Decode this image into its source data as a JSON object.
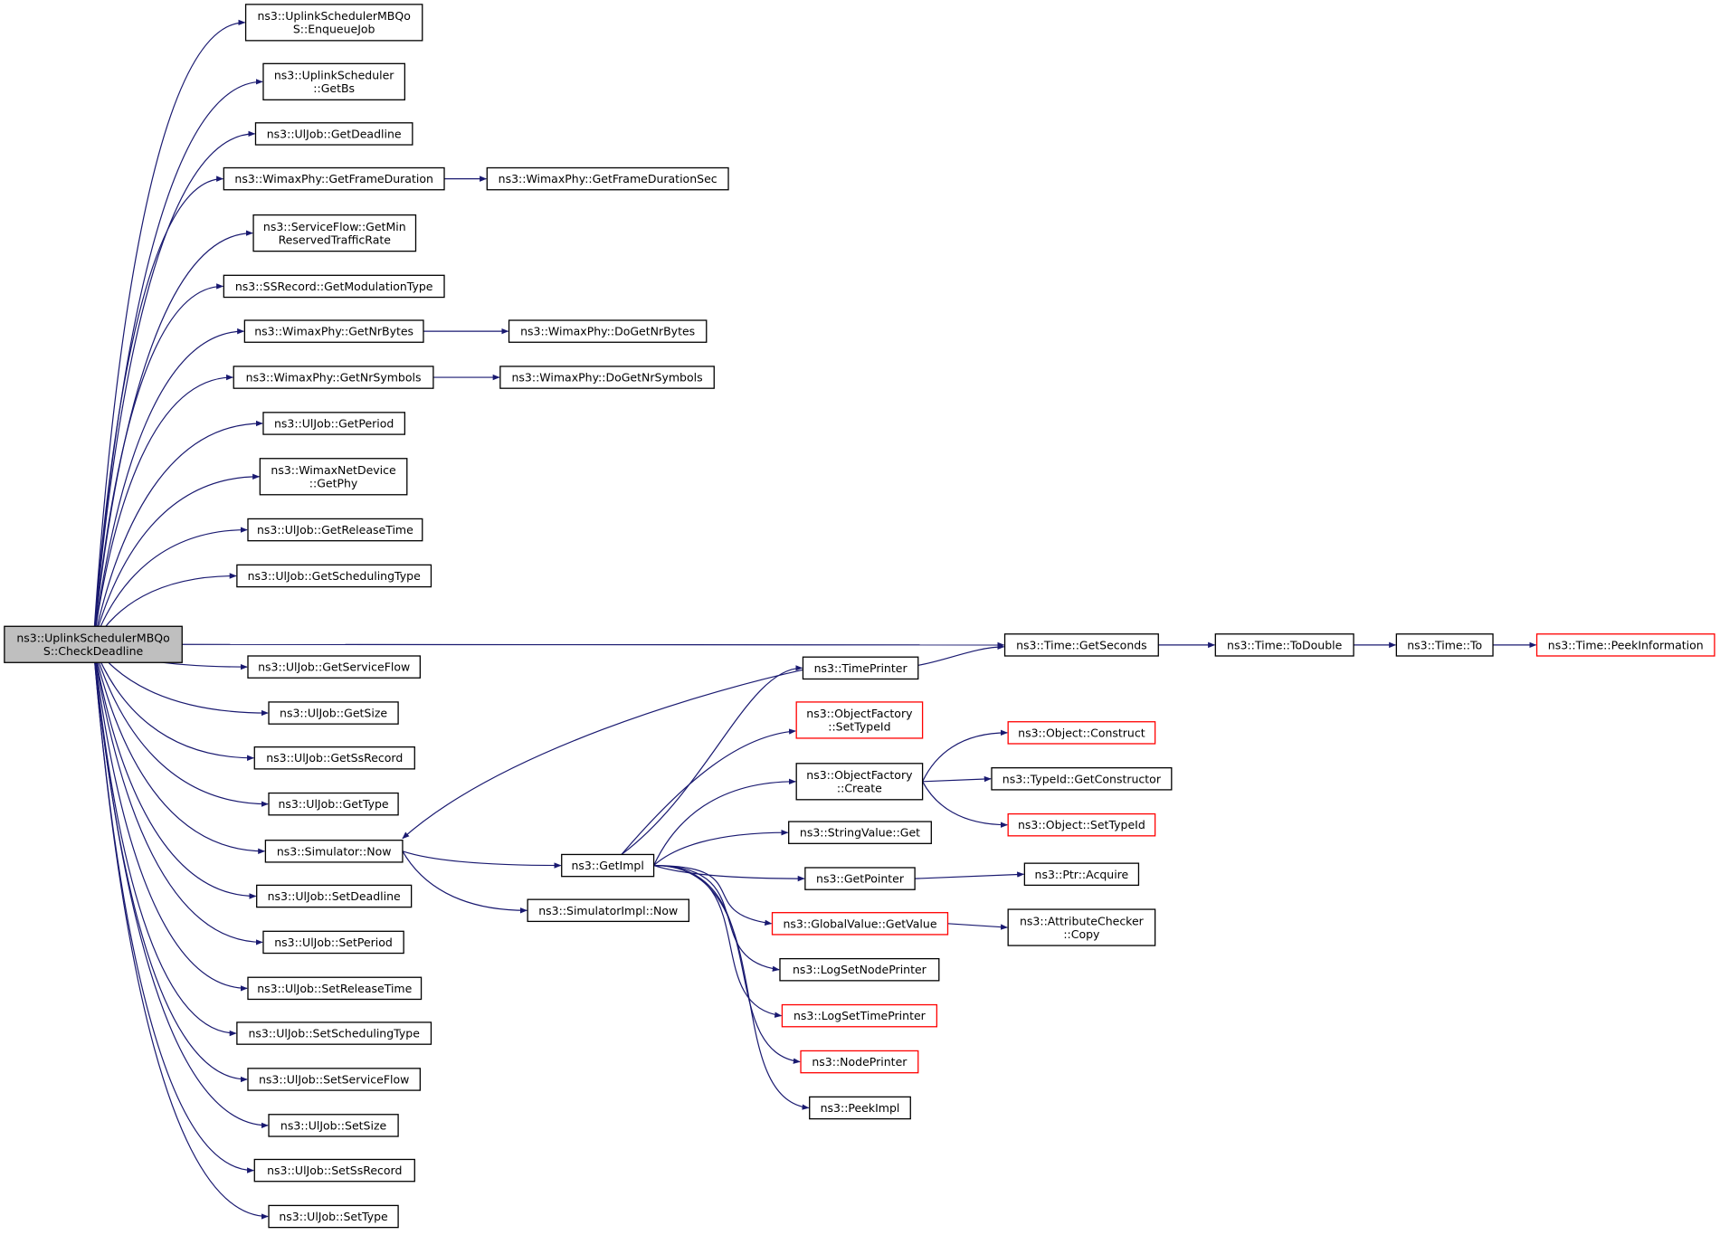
{
  "colors": {
    "edge": "#191970",
    "box_border": "#000000",
    "incomplete_border": "#ff0000",
    "root_fill": "#bfbfbf",
    "node_fill": "#ffffff"
  },
  "nodes": [
    {
      "id": "root",
      "lines": [
        "ns3::UplinkSchedulerMBQo",
        "S::CheckDeadline"
      ],
      "style": "root"
    },
    {
      "id": "enqueue",
      "lines": [
        "ns3::UplinkSchedulerMBQo",
        "S::EnqueueJob"
      ],
      "style": "normal"
    },
    {
      "id": "getbs",
      "lines": [
        "ns3::UplinkScheduler",
        "::GetBs"
      ],
      "style": "normal"
    },
    {
      "id": "getdeadline",
      "lines": [
        "ns3::UlJob::GetDeadline"
      ],
      "style": "normal"
    },
    {
      "id": "getframeduration",
      "lines": [
        "ns3::WimaxPhy::GetFrameDuration"
      ],
      "style": "normal"
    },
    {
      "id": "getframedurationsec",
      "lines": [
        "ns3::WimaxPhy::GetFrameDurationSec"
      ],
      "style": "normal"
    },
    {
      "id": "getminreserved",
      "lines": [
        "ns3::ServiceFlow::GetMin",
        "ReservedTrafficRate"
      ],
      "style": "normal"
    },
    {
      "id": "getmodulationtype",
      "lines": [
        "ns3::SSRecord::GetModulationType"
      ],
      "style": "normal"
    },
    {
      "id": "getnrbytes",
      "lines": [
        "ns3::WimaxPhy::GetNrBytes"
      ],
      "style": "normal"
    },
    {
      "id": "dogetnrbytes",
      "lines": [
        "ns3::WimaxPhy::DoGetNrBytes"
      ],
      "style": "normal"
    },
    {
      "id": "getnrsymbols",
      "lines": [
        "ns3::WimaxPhy::GetNrSymbols"
      ],
      "style": "normal"
    },
    {
      "id": "dogetnrsymbols",
      "lines": [
        "ns3::WimaxPhy::DoGetNrSymbols"
      ],
      "style": "normal"
    },
    {
      "id": "getperiod",
      "lines": [
        "ns3::UlJob::GetPeriod"
      ],
      "style": "normal"
    },
    {
      "id": "getphy",
      "lines": [
        "ns3::WimaxNetDevice",
        "::GetPhy"
      ],
      "style": "normal"
    },
    {
      "id": "getreleasetime",
      "lines": [
        "ns3::UlJob::GetReleaseTime"
      ],
      "style": "normal"
    },
    {
      "id": "getschedulingtype",
      "lines": [
        "ns3::UlJob::GetSchedulingType"
      ],
      "style": "normal"
    },
    {
      "id": "getseconds",
      "lines": [
        "ns3::Time::GetSeconds"
      ],
      "style": "normal"
    },
    {
      "id": "todouble",
      "lines": [
        "ns3::Time::ToDouble"
      ],
      "style": "normal"
    },
    {
      "id": "to",
      "lines": [
        "ns3::Time::To"
      ],
      "style": "normal"
    },
    {
      "id": "peekinformation",
      "lines": [
        "ns3::Time::PeekInformation"
      ],
      "style": "incomplete"
    },
    {
      "id": "getserviceflow",
      "lines": [
        "ns3::UlJob::GetServiceFlow"
      ],
      "style": "normal"
    },
    {
      "id": "timeprinter",
      "lines": [
        "ns3::TimePrinter"
      ],
      "style": "normal"
    },
    {
      "id": "getsize",
      "lines": [
        "ns3::UlJob::GetSize"
      ],
      "style": "normal"
    },
    {
      "id": "of_settypeid",
      "lines": [
        "ns3::ObjectFactory",
        "::SetTypeId"
      ],
      "style": "incomplete"
    },
    {
      "id": "getssrecord",
      "lines": [
        "ns3::UlJob::GetSsRecord"
      ],
      "style": "normal"
    },
    {
      "id": "obj_construct",
      "lines": [
        "ns3::Object::Construct"
      ],
      "style": "incomplete"
    },
    {
      "id": "of_create",
      "lines": [
        "ns3::ObjectFactory",
        "::Create"
      ],
      "style": "normal"
    },
    {
      "id": "getconstructor",
      "lines": [
        "ns3::TypeId::GetConstructor"
      ],
      "style": "normal"
    },
    {
      "id": "gettype",
      "lines": [
        "ns3::UlJob::GetType"
      ],
      "style": "normal"
    },
    {
      "id": "obj_settypeid",
      "lines": [
        "ns3::Object::SetTypeId"
      ],
      "style": "incomplete"
    },
    {
      "id": "sim_now",
      "lines": [
        "ns3::Simulator::Now"
      ],
      "style": "normal"
    },
    {
      "id": "stringvalue_get",
      "lines": [
        "ns3::StringValue::Get"
      ],
      "style": "normal"
    },
    {
      "id": "getimpl",
      "lines": [
        "ns3::GetImpl"
      ],
      "style": "normal"
    },
    {
      "id": "getpointer",
      "lines": [
        "ns3::GetPointer"
      ],
      "style": "normal"
    },
    {
      "id": "ptr_acquire",
      "lines": [
        "ns3::Ptr::Acquire"
      ],
      "style": "normal"
    },
    {
      "id": "setdeadline",
      "lines": [
        "ns3::UlJob::SetDeadline"
      ],
      "style": "normal"
    },
    {
      "id": "simimpl_now",
      "lines": [
        "ns3::SimulatorImpl::Now"
      ],
      "style": "normal"
    },
    {
      "id": "gv_getvalue",
      "lines": [
        "ns3::GlobalValue::GetValue"
      ],
      "style": "incomplete"
    },
    {
      "id": "ac_copy",
      "lines": [
        "ns3::AttributeChecker",
        "::Copy"
      ],
      "style": "normal"
    },
    {
      "id": "setperiod",
      "lines": [
        "ns3::UlJob::SetPeriod"
      ],
      "style": "normal"
    },
    {
      "id": "logsetnodeprinter",
      "lines": [
        "ns3::LogSetNodePrinter"
      ],
      "style": "normal"
    },
    {
      "id": "setreleasetime",
      "lines": [
        "ns3::UlJob::SetReleaseTime"
      ],
      "style": "normal"
    },
    {
      "id": "logsettimeprinter",
      "lines": [
        "ns3::LogSetTimePrinter"
      ],
      "style": "incomplete"
    },
    {
      "id": "setschedulingtype",
      "lines": [
        "ns3::UlJob::SetSchedulingType"
      ],
      "style": "normal"
    },
    {
      "id": "nodeprinter",
      "lines": [
        "ns3::NodePrinter"
      ],
      "style": "incomplete"
    },
    {
      "id": "setserviceflow",
      "lines": [
        "ns3::UlJob::SetServiceFlow"
      ],
      "style": "normal"
    },
    {
      "id": "peekimpl",
      "lines": [
        "ns3::PeekImpl"
      ],
      "style": "normal"
    },
    {
      "id": "setsize",
      "lines": [
        "ns3::UlJob::SetSize"
      ],
      "style": "normal"
    },
    {
      "id": "setssrecord",
      "lines": [
        "ns3::UlJob::SetSsRecord"
      ],
      "style": "normal"
    },
    {
      "id": "settype",
      "lines": [
        "ns3::UlJob::SetType"
      ],
      "style": "normal"
    }
  ],
  "edges": [
    [
      "root",
      "enqueue"
    ],
    [
      "root",
      "getbs"
    ],
    [
      "root",
      "getdeadline"
    ],
    [
      "root",
      "getframeduration"
    ],
    [
      "root",
      "getminreserved"
    ],
    [
      "root",
      "getmodulationtype"
    ],
    [
      "root",
      "getnrbytes"
    ],
    [
      "root",
      "getnrsymbols"
    ],
    [
      "root",
      "getperiod"
    ],
    [
      "root",
      "getphy"
    ],
    [
      "root",
      "getreleasetime"
    ],
    [
      "root",
      "getschedulingtype"
    ],
    [
      "root",
      "getseconds"
    ],
    [
      "root",
      "getserviceflow"
    ],
    [
      "root",
      "getsize"
    ],
    [
      "root",
      "getssrecord"
    ],
    [
      "root",
      "gettype"
    ],
    [
      "root",
      "sim_now"
    ],
    [
      "root",
      "setdeadline"
    ],
    [
      "root",
      "setperiod"
    ],
    [
      "root",
      "setreleasetime"
    ],
    [
      "root",
      "setschedulingtype"
    ],
    [
      "root",
      "setserviceflow"
    ],
    [
      "root",
      "setsize"
    ],
    [
      "root",
      "setssrecord"
    ],
    [
      "root",
      "settype"
    ],
    [
      "getframeduration",
      "getframedurationsec"
    ],
    [
      "getnrbytes",
      "dogetnrbytes"
    ],
    [
      "getnrsymbols",
      "dogetnrsymbols"
    ],
    [
      "getseconds",
      "todouble"
    ],
    [
      "todouble",
      "to"
    ],
    [
      "to",
      "peekinformation"
    ],
    [
      "timeprinter",
      "getseconds"
    ],
    [
      "timeprinter",
      "sim_now"
    ],
    [
      "sim_now",
      "getimpl"
    ],
    [
      "sim_now",
      "simimpl_now"
    ],
    [
      "getimpl",
      "timeprinter"
    ],
    [
      "getimpl",
      "of_settypeid"
    ],
    [
      "getimpl",
      "of_create"
    ],
    [
      "getimpl",
      "stringvalue_get"
    ],
    [
      "getimpl",
      "getpointer"
    ],
    [
      "getimpl",
      "gv_getvalue"
    ],
    [
      "getimpl",
      "logsetnodeprinter"
    ],
    [
      "getimpl",
      "logsettimeprinter"
    ],
    [
      "getimpl",
      "nodeprinter"
    ],
    [
      "getimpl",
      "peekimpl"
    ],
    [
      "of_create",
      "obj_construct"
    ],
    [
      "of_create",
      "getconstructor"
    ],
    [
      "of_create",
      "obj_settypeid"
    ],
    [
      "getpointer",
      "ptr_acquire"
    ],
    [
      "gv_getvalue",
      "ac_copy"
    ]
  ]
}
